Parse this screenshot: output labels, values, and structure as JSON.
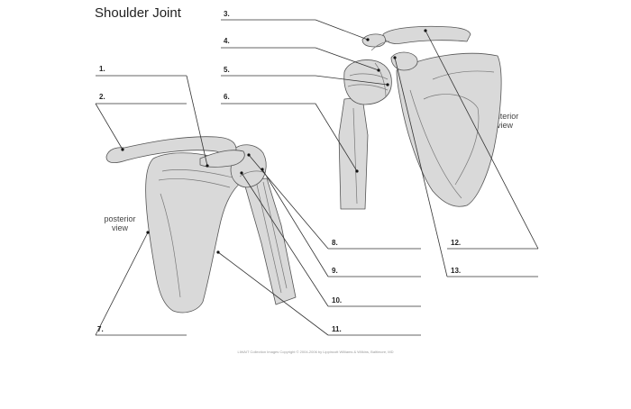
{
  "title": "Shoulder Joint",
  "views": {
    "posterior": [
      "posterior",
      "view"
    ],
    "anterior": [
      "anterior",
      "view"
    ]
  },
  "labels": [
    "1.",
    "2.",
    "3.",
    "4.",
    "5.",
    "6.",
    "7.",
    "8.",
    "9.",
    "10.",
    "11.",
    "12.",
    "13."
  ],
  "footer": "LiWAIT Collection Images Copyright © 2004-2006 by Lippincott Williams & Wilkins, Baltimore, MD",
  "colors": {
    "bone_fill": "#d9d9d9",
    "outline": "#555555",
    "line": "#333333"
  }
}
